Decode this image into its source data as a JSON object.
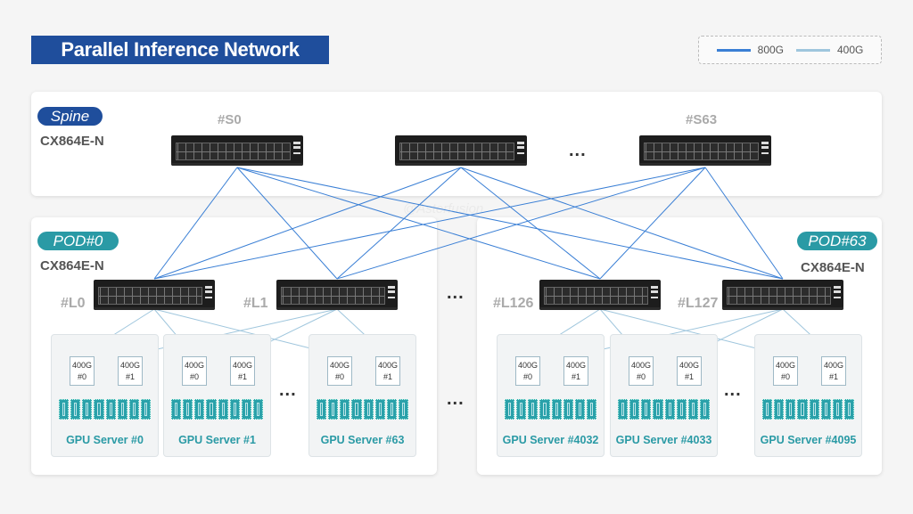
{
  "title": "Parallel Inference Network",
  "legend": {
    "items": [
      {
        "label": "800G",
        "color": "#3a7fd5"
      },
      {
        "label": "400G",
        "color": "#9fc6dd"
      }
    ]
  },
  "watermark": "@Asterfusion",
  "spine": {
    "tag": "Spine",
    "model": "CX864E-N",
    "color": "#1f4e9c",
    "switches": [
      {
        "label": "#S0"
      },
      {
        "label": ""
      },
      {
        "label": "#S63"
      }
    ],
    "ellipsis": "..."
  },
  "pods": [
    {
      "tag": "POD#0",
      "model": "CX864E-N",
      "leaves": [
        {
          "label": "#L0"
        },
        {
          "label": "#L1"
        }
      ],
      "servers": [
        {
          "name": "GPU Server #0"
        },
        {
          "name": "GPU Server #1"
        },
        {
          "name": "GPU Server #63"
        }
      ],
      "ellipsis": "..."
    },
    {
      "tag": "POD#63",
      "model": "CX864E-N",
      "leaves": [
        {
          "label": "#L126"
        },
        {
          "label": "#L127"
        }
      ],
      "servers": [
        {
          "name": "GPU Server #4032"
        },
        {
          "name": "GPU Server #4033"
        },
        {
          "name": "GPU Server #4095"
        }
      ],
      "ellipsis": "..."
    }
  ],
  "pod_color": "#2a9aa5",
  "nics": [
    {
      "speed": "400G",
      "id": "#0"
    },
    {
      "speed": "400G",
      "id": "#1"
    }
  ],
  "between_pods_ellipsis": "..."
}
